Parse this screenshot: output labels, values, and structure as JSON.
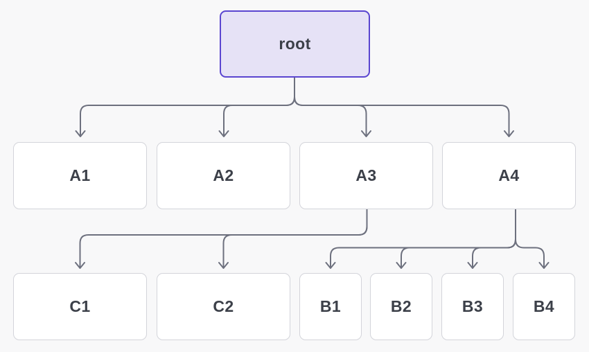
{
  "diagram": {
    "type": "tree",
    "nodes": [
      {
        "id": "root",
        "label": "root"
      },
      {
        "id": "A1",
        "label": "A1"
      },
      {
        "id": "A2",
        "label": "A2"
      },
      {
        "id": "A3",
        "label": "A3"
      },
      {
        "id": "A4",
        "label": "A4"
      },
      {
        "id": "C1",
        "label": "C1"
      },
      {
        "id": "C2",
        "label": "C2"
      },
      {
        "id": "B1",
        "label": "B1"
      },
      {
        "id": "B2",
        "label": "B2"
      },
      {
        "id": "B3",
        "label": "B3"
      },
      {
        "id": "B4",
        "label": "B4"
      }
    ],
    "edges": [
      {
        "from": "root",
        "to": "A1"
      },
      {
        "from": "root",
        "to": "A2"
      },
      {
        "from": "root",
        "to": "A3"
      },
      {
        "from": "root",
        "to": "A4"
      },
      {
        "from": "A3",
        "to": "C1"
      },
      {
        "from": "A3",
        "to": "C2"
      },
      {
        "from": "A4",
        "to": "B1"
      },
      {
        "from": "A4",
        "to": "B2"
      },
      {
        "from": "A4",
        "to": "B3"
      },
      {
        "from": "A4",
        "to": "B4"
      }
    ],
    "colors": {
      "background": "#f8f8f9",
      "node_fill": "#ffffff",
      "node_border": "#d3d4da",
      "root_fill": "#e6e2f6",
      "root_border": "#5a45d0",
      "edge": "#6d707e",
      "label": "#3c4049"
    }
  }
}
